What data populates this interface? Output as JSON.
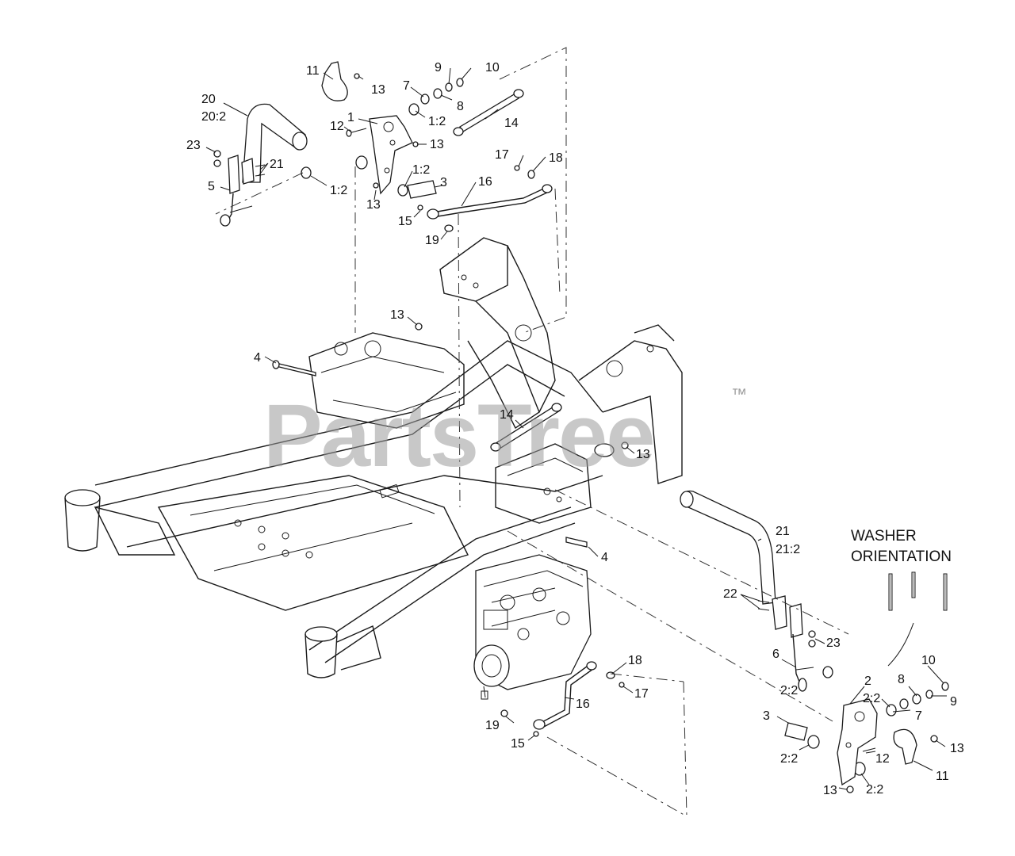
{
  "watermark": {
    "text": "PartsTree",
    "trademark": "™"
  },
  "orientation_label": {
    "line1": "WASHER",
    "line2": "ORIENTATION"
  },
  "callouts": [
    {
      "id": "c11a",
      "text": "11"
    },
    {
      "id": "c13a",
      "text": "13"
    },
    {
      "id": "c9a",
      "text": "9"
    },
    {
      "id": "c10a",
      "text": "10"
    },
    {
      "id": "c7a",
      "text": "7"
    },
    {
      "id": "c8a",
      "text": "8"
    },
    {
      "id": "c20",
      "text": "20"
    },
    {
      "id": "c20_2",
      "text": "20:2"
    },
    {
      "id": "c1",
      "text": "1"
    },
    {
      "id": "c1_2a",
      "text": "1:2"
    },
    {
      "id": "c14a",
      "text": "14"
    },
    {
      "id": "c12a",
      "text": "12"
    },
    {
      "id": "c13b",
      "text": "13"
    },
    {
      "id": "c23a",
      "text": "23"
    },
    {
      "id": "c21a",
      "text": "21"
    },
    {
      "id": "c17a",
      "text": "17"
    },
    {
      "id": "c18a",
      "text": "18"
    },
    {
      "id": "c1_2b",
      "text": "1:2"
    },
    {
      "id": "c5",
      "text": "5"
    },
    {
      "id": "c1_2c",
      "text": "1:2"
    },
    {
      "id": "c3a",
      "text": "3"
    },
    {
      "id": "c16a",
      "text": "16"
    },
    {
      "id": "c13c",
      "text": "13"
    },
    {
      "id": "c15a",
      "text": "15"
    },
    {
      "id": "c19a",
      "text": "19"
    },
    {
      "id": "c13d",
      "text": "13"
    },
    {
      "id": "c4a",
      "text": "4"
    },
    {
      "id": "c14b",
      "text": "14"
    },
    {
      "id": "c13e",
      "text": "13"
    },
    {
      "id": "c21b",
      "text": "21"
    },
    {
      "id": "c21_2",
      "text": "21:2"
    },
    {
      "id": "c4b",
      "text": "4"
    },
    {
      "id": "c22",
      "text": "22"
    },
    {
      "id": "c23b",
      "text": "23"
    },
    {
      "id": "c6",
      "text": "6"
    },
    {
      "id": "c18b",
      "text": "18"
    },
    {
      "id": "c17b",
      "text": "17"
    },
    {
      "id": "c16b",
      "text": "16"
    },
    {
      "id": "c19b",
      "text": "19"
    },
    {
      "id": "c15b",
      "text": "15"
    },
    {
      "id": "c2",
      "text": "2"
    },
    {
      "id": "c2_2a",
      "text": "2:2"
    },
    {
      "id": "c10b",
      "text": "10"
    },
    {
      "id": "c8b",
      "text": "8"
    },
    {
      "id": "c9b",
      "text": "9"
    },
    {
      "id": "c7b",
      "text": "7"
    },
    {
      "id": "c2_2b",
      "text": "2:2"
    },
    {
      "id": "c3b",
      "text": "3"
    },
    {
      "id": "c13f",
      "text": "13"
    },
    {
      "id": "c2_2c",
      "text": "2:2"
    },
    {
      "id": "c12b",
      "text": "12"
    },
    {
      "id": "c11b",
      "text": "11"
    },
    {
      "id": "c13g",
      "text": "13"
    },
    {
      "id": "c2_2d",
      "text": "2:2"
    }
  ]
}
